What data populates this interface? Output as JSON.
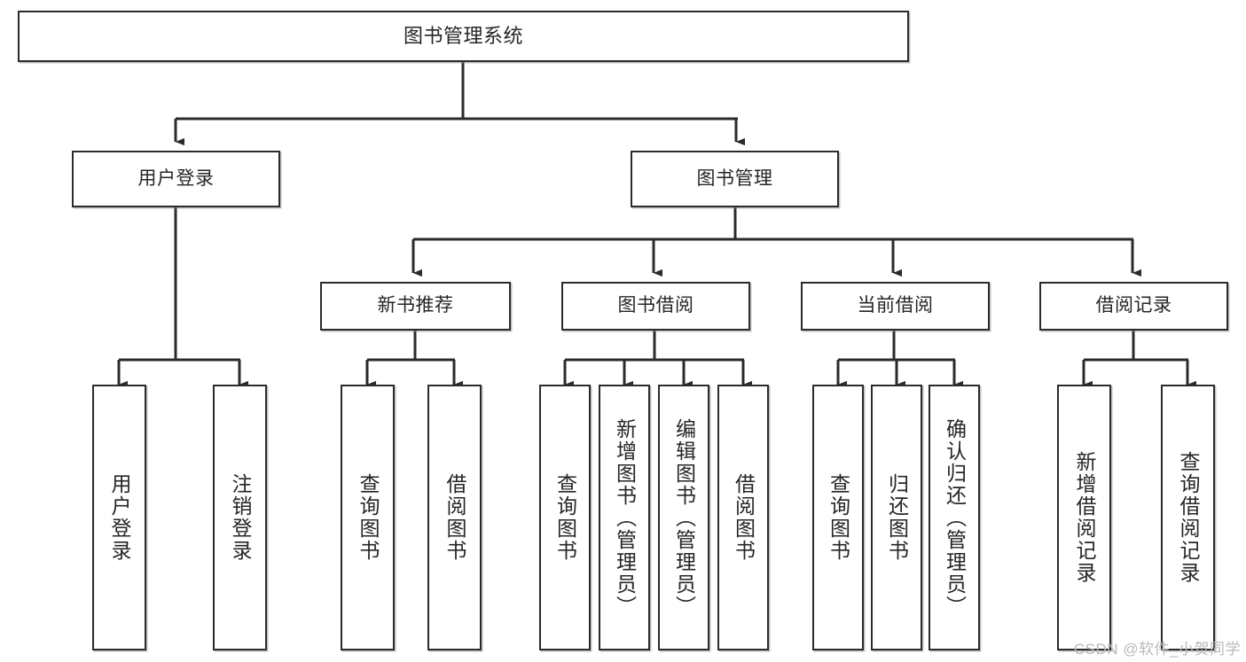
{
  "diagram": {
    "title": "图书管理系统",
    "type": "tree",
    "watermark": "CSDN @软件_小贺同学",
    "nodes": {
      "root": {
        "label": "图书管理系统"
      },
      "level2": [
        {
          "id": "user-login",
          "label": "用户登录"
        },
        {
          "id": "book-manage",
          "label": "图书管理"
        }
      ],
      "level3": [
        {
          "id": "new-book-rec",
          "label": "新书推荐"
        },
        {
          "id": "book-borrow",
          "label": "图书借阅"
        },
        {
          "id": "current-borrow",
          "label": "当前借阅"
        },
        {
          "id": "borrow-record",
          "label": "借阅记录"
        }
      ],
      "leaves": {
        "user_login": [
          {
            "id": "leaf-user-login",
            "label": "用户登录"
          },
          {
            "id": "leaf-logout-login",
            "label": "注销登录"
          }
        ],
        "new_book_rec": [
          {
            "id": "leaf-query-book-1",
            "label": "查询图书"
          },
          {
            "id": "leaf-borrow-book-1",
            "label": "借阅图书"
          }
        ],
        "book_borrow": [
          {
            "id": "leaf-query-book-2",
            "label": "查询图书"
          },
          {
            "id": "leaf-add-book",
            "label": "新增图书（管理员）"
          },
          {
            "id": "leaf-edit-book",
            "label": "编辑图书（管理员）"
          },
          {
            "id": "leaf-borrow-book-2",
            "label": "借阅图书"
          }
        ],
        "current_borrow": [
          {
            "id": "leaf-query-book-3",
            "label": "查询图书"
          },
          {
            "id": "leaf-return-book",
            "label": "归还图书"
          },
          {
            "id": "leaf-confirm-return",
            "label": "确认归还（管理员）"
          }
        ],
        "borrow_record": [
          {
            "id": "leaf-add-record",
            "label": "新增借阅记录"
          },
          {
            "id": "leaf-query-record",
            "label": "查询借阅记录"
          }
        ]
      }
    },
    "colors": {
      "stroke": "#2b2b2b",
      "fill": "#ffffff",
      "text": "#262626",
      "watermark": "#b9b9b9"
    }
  }
}
